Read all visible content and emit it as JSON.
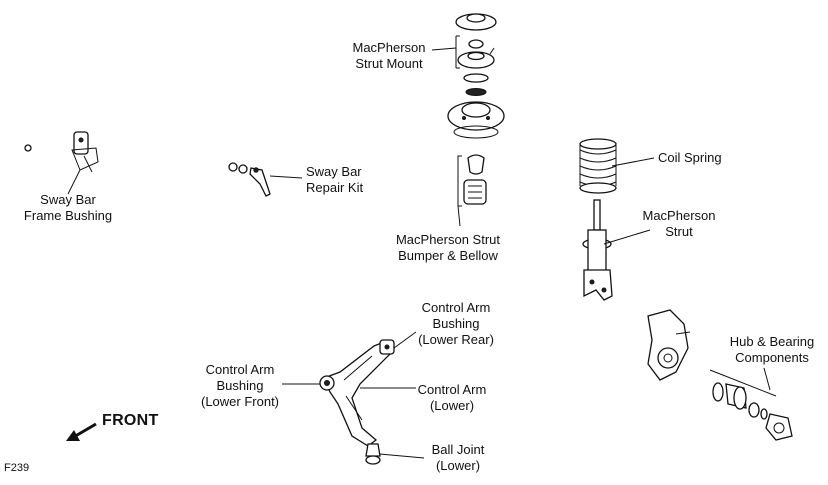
{
  "labels": {
    "sway_bar_frame_bushing": "Sway Bar\nFrame Bushing",
    "sway_bar_repair_kit": "Sway Bar\nRepair Kit",
    "strut_mount": "MacPherson\nStrut Mount",
    "strut_bumper_bellow": "MacPherson Strut\nBumper & Bellow",
    "coil_spring": "Coil Spring",
    "macpherson_strut": "MacPherson\nStrut",
    "control_arm_bushing_rear": "Control Arm\nBushing\n(Lower Rear)",
    "control_arm_bushing_front": "Control Arm\nBushing\n(Lower Front)",
    "control_arm_lower": "Control Arm\n(Lower)",
    "ball_joint_lower": "Ball Joint\n(Lower)",
    "hub_bearing": "Hub & Bearing\nComponents",
    "front": "FRONT"
  },
  "figure_code": "F239"
}
